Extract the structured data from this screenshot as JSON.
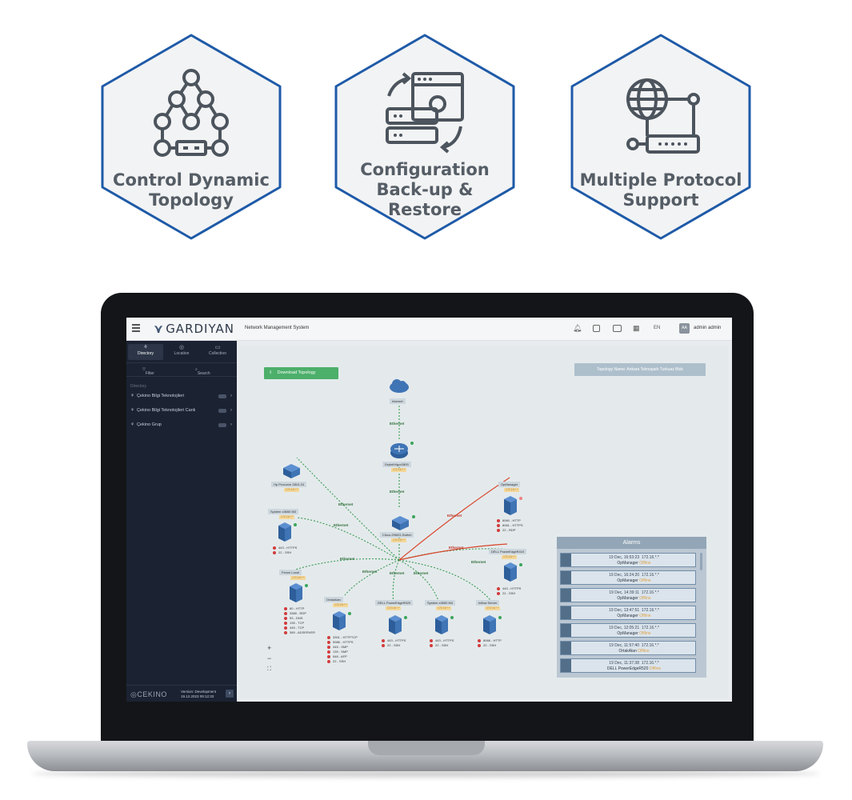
{
  "features": [
    {
      "lines": [
        "Control Dynamic",
        "Topology"
      ],
      "icon": "topology-tree-icon"
    },
    {
      "lines": [
        "Configuration",
        "Back-up &",
        "Restore"
      ],
      "icon": "backup-restore-icon"
    },
    {
      "lines": [
        "Multiple Protocol",
        "Support"
      ],
      "icon": "globe-network-icon"
    }
  ],
  "colors": {
    "hex_border": "#1e5aa8",
    "text": "#555d66",
    "accent_green": "#4caf6a",
    "link_red": "#d9452b"
  },
  "app": {
    "logo": "GARDIYAN",
    "title": "Network Management System",
    "lang": "EN",
    "avatar": "AA",
    "user": "admin admin"
  },
  "sidebar": {
    "tabs": [
      "Directory",
      "Location",
      "Collection"
    ],
    "filter": "Filter",
    "search": "Search",
    "section": "Directory",
    "items": [
      "Çekino Bilgi Teknolojileri",
      "Çekino Bilgi Teknolojileri Canlı",
      "Çekino Grup"
    ],
    "brand": "CEKINO",
    "version_line1": "Version: Development",
    "version_line2": "19.12.2023 09:12:33"
  },
  "topology": {
    "download_button": "Download Topology",
    "name": "Topology Name: Ankara Teknopark Turkuaz Blok",
    "nodes": [
      {
        "label": "Internet"
      },
      {
        "label": "DrytekVigor2800",
        "ip": "172.16.*.*"
      },
      {
        "label": "Cisco-2960G-Switch",
        "ip": "172.16.*.*"
      },
      {
        "label": "Hp Procurve 2810-24",
        "ip": "172.16.*.*"
      },
      {
        "label": "System x3650 M3",
        "ip": "172.16.*.*",
        "services": [
          "443 - HTTPS",
          "22 - SSH"
        ]
      },
      {
        "label": "OpManager",
        "ip": "172.16.*.*",
        "services": [
          "8060 - HTTP",
          "8061 - HTTPS",
          "22 - RDP"
        ]
      },
      {
        "label": "DELL PowerEdgeR410",
        "ip": "172.16.*.*",
        "services": [
          "443 - HTTPS",
          "22 - SSH"
        ]
      },
      {
        "label": "Fence Local",
        "ip": "172.16.*.*",
        "services": [
          "80 - HTTP",
          "3389 - RDP",
          "53 - DNS",
          "135 - TCP",
          "445 - TCP",
          "389 - ADSERVER"
        ]
      },
      {
        "label": "OrtakAlan",
        "ip": "172.16.*.*",
        "services": [
          "3301 - HTTPTCP",
          "5986 - HTTPS",
          "445 - SMP",
          "139 - SMP",
          "548 - AFP",
          "22 - SSH"
        ]
      },
      {
        "label": "DELL PowerEdgeR520",
        "ip": "172.16.*.*",
        "services": [
          "443 - HTTPS",
          "22 - SSH"
        ]
      },
      {
        "label": "System x3650 M4",
        "ip": "172.16.*.*",
        "services": [
          "443 - HTTPS",
          "22 - SSH"
        ]
      },
      {
        "label": "Inflow Server",
        "ip": "172.16.*.*",
        "services": [
          "8068 - HTTP",
          "22 - SSH"
        ]
      }
    ],
    "edge_label": "Ethernet",
    "zoom": {
      "plus": "+",
      "minus": "−",
      "fit": "⛶"
    }
  },
  "alarms": {
    "title": "Alarms",
    "status_word": "Offline",
    "items": [
      {
        "time": "19 Dec, 16:53:23",
        "ip": "172.16.*.*",
        "device": "OpManager"
      },
      {
        "time": "19 Dec, 16:24:20",
        "ip": "172.16.*.*",
        "device": "OpManager"
      },
      {
        "time": "19 Dec, 14:39:11",
        "ip": "172.16.*.*",
        "device": "OpManager"
      },
      {
        "time": "19 Dec, 13:47:51",
        "ip": "172.16.*.*",
        "device": "OpManager"
      },
      {
        "time": "19 Dec, 12:05:21",
        "ip": "172.16.*.*",
        "device": "OpManager"
      },
      {
        "time": "19 Dec, 11:57:40",
        "ip": "172.16.*.*",
        "device": "OrtakAlan"
      },
      {
        "time": "19 Dec, 11:37:38",
        "ip": "172.16.*.*",
        "device": "DELL PowerEdgeR520"
      }
    ]
  }
}
